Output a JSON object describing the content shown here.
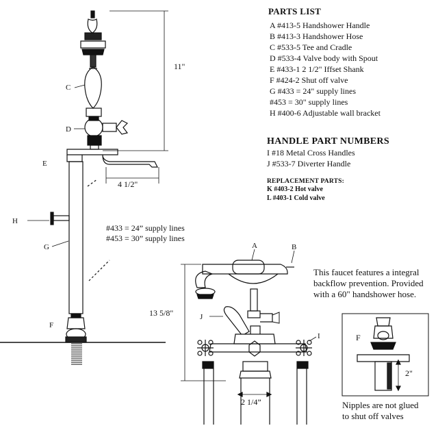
{
  "parts_list": {
    "title": "PARTS LIST",
    "items": [
      "A #413-5  Handshower Handle",
      "B  #413-3 Handshower Hose",
      "C  #533-5 Tee and Cradle",
      "D  #533-4 Valve body with Spout",
      "E  #433-1 2 1/2\" Iffset Shank",
      "F  #424-2 Shut off valve",
      "G  #433 = 24\" supply lines",
      "    #453 = 30\" supply lines",
      "H  #400-6 Adjustable wall bracket"
    ]
  },
  "handle_parts": {
    "title": "HANDLE PART NUMBERS",
    "items": [
      "I  #18 Metal Cross Handles",
      "J  #533-7 Diverter Handle"
    ]
  },
  "replacement": {
    "title": "REPLACEMENT PARTS:",
    "items": [
      "K #403-2 Hot valve",
      "L #403-1 Cold valve"
    ]
  },
  "side_view": {
    "dim_height": "11\"",
    "dim_spout": "4 1/2\"",
    "supply_note_1": "#433 = 24” supply lines",
    "supply_note_2": "#453 = 30” supply lines",
    "labels": {
      "C": "C",
      "D": "D",
      "E": "E",
      "H": "H",
      "G": "G",
      "F": "F"
    }
  },
  "front_view": {
    "dim_height": "13 5/8\"",
    "dim_width": "2 1/4”",
    "labels": {
      "A": "A",
      "B": "B",
      "J": "J",
      "I": "I"
    }
  },
  "feature_note": [
    "This faucet features a integral",
    "backflow prevention. Provided",
    "with a 60\" handshower hose."
  ],
  "detail": {
    "label_F": "F",
    "dim": "2\"",
    "caption": [
      "Nipples are not glued",
      "to shut off valves"
    ]
  }
}
